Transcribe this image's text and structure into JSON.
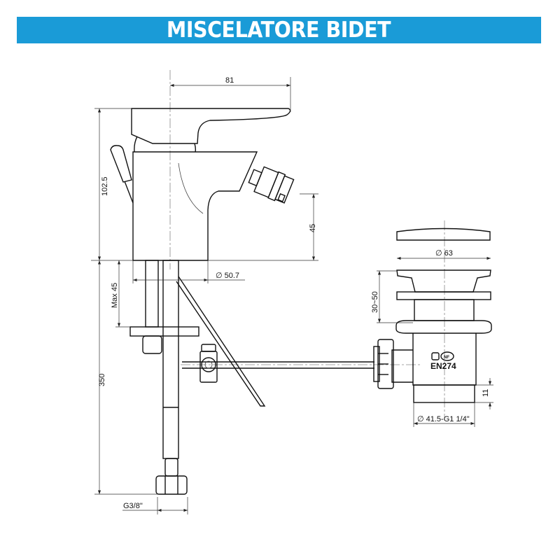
{
  "title": "MISCELATORE BIDET",
  "accent_color": "#1a9bd7",
  "dimensions": {
    "width_81": "81",
    "height_102_5": "102.5",
    "spout_45": "45",
    "base_diameter": "∅ 50.7",
    "max_45": "Max 45",
    "hose_350": "350",
    "hose_thread": "G3/8\"",
    "waste_diameter": "∅ 63",
    "waste_range": "30~50",
    "waste_thread_length": "11",
    "waste_thread": "∅ 41.5-G1 1/4\""
  },
  "certification": {
    "standard": "EN274",
    "mark": "NF"
  }
}
